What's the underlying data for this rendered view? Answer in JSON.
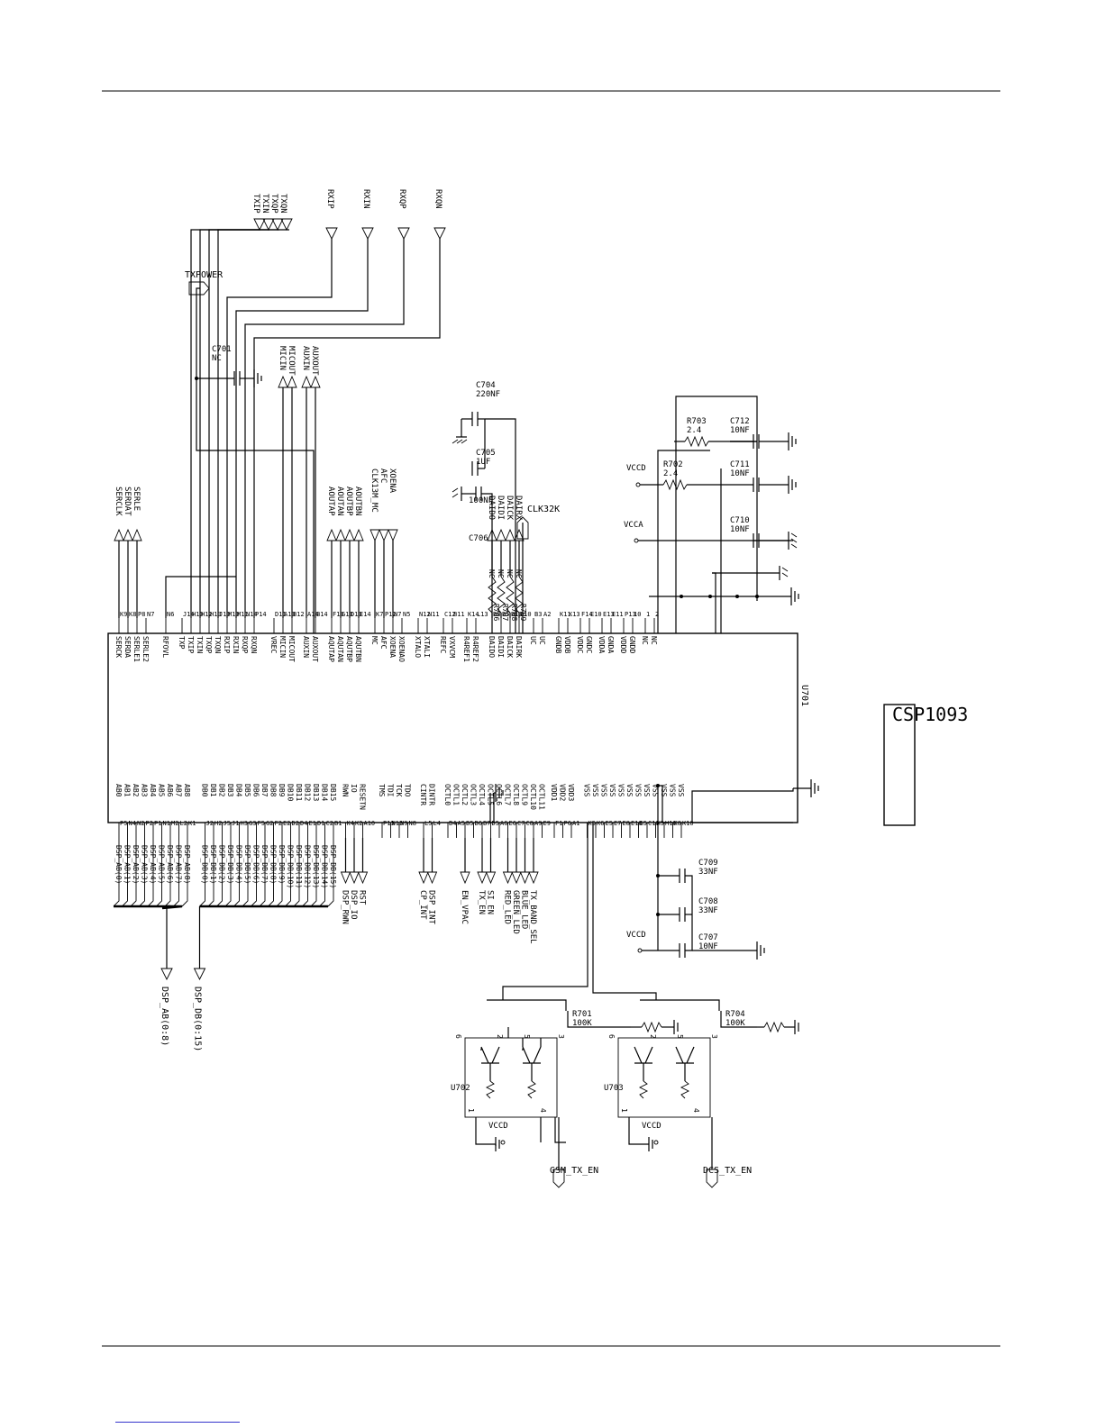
{
  "main_chip": {
    "ref": "U701",
    "left_pins": [
      {
        "num": "K9",
        "name": "SERCK"
      },
      {
        "num": "K8",
        "name": "SERDA"
      },
      {
        "num": "P8",
        "name": "SERLE1"
      },
      {
        "num": "N7",
        "name": "SERLE2"
      },
      {
        "num": "N6",
        "name": "RFOVL"
      },
      {
        "num": "J14",
        "name": "TXP"
      },
      {
        "num": "H10",
        "name": "TXIP"
      },
      {
        "num": "H12",
        "name": "TXIN"
      },
      {
        "num": "H13",
        "name": "TXQP"
      },
      {
        "num": "J13",
        "name": "TXQN"
      },
      {
        "num": "M13",
        "name": "RXIP"
      },
      {
        "num": "M11",
        "name": "RXIN"
      },
      {
        "num": "N14",
        "name": "RXQP"
      },
      {
        "num": "P14",
        "name": "RXQN"
      },
      {
        "num": "D11",
        "name": "VREC"
      },
      {
        "num": "A13",
        "name": "MICIN"
      },
      {
        "num": "B12",
        "name": "MICOUT"
      },
      {
        "num": "A14",
        "name": "AUXIN"
      },
      {
        "num": "B14",
        "name": "AUXOUT"
      },
      {
        "num": "F13",
        "name": "AQUTAP"
      },
      {
        "num": "G13",
        "name": "AQUTAN"
      },
      {
        "num": "D13",
        "name": "AQUTBP"
      },
      {
        "num": "E14",
        "name": "AQUTBN"
      },
      {
        "num": "K7",
        "name": "MC"
      },
      {
        "num": "P12",
        "name": "AFC"
      },
      {
        "num": "N7",
        "name": "XOENA"
      },
      {
        "num": "N5",
        "name": "XOENAO"
      },
      {
        "num": "N12",
        "name": "XTALO"
      },
      {
        "num": "N11",
        "name": "XTALI"
      },
      {
        "num": "C12",
        "name": "REFC"
      },
      {
        "num": "B11",
        "name": "VXVCM"
      },
      {
        "num": "K14",
        "name": "R4REF1"
      },
      {
        "num": "L13",
        "name": "R4REF2"
      },
      {
        "num": "B8",
        "name": "DAIDO"
      },
      {
        "num": "B5",
        "name": "DAIDI"
      },
      {
        "num": "B10",
        "name": "DAICK"
      },
      {
        "num": "D10",
        "name": "DAIRK"
      },
      {
        "num": "B3",
        "name": "UC"
      },
      {
        "num": "A2",
        "name": "UC"
      },
      {
        "num": "K11",
        "name": "GNDB"
      },
      {
        "num": "K13",
        "name": "VDDB"
      },
      {
        "num": "F14",
        "name": "VDDC"
      },
      {
        "num": "E10",
        "name": "GNDC"
      },
      {
        "num": "E13",
        "name": "VDDA"
      },
      {
        "num": "E11",
        "name": "GNDA"
      },
      {
        "num": "P13",
        "name": "VDDD"
      },
      {
        "num": "10",
        "name": "GNDD"
      },
      {
        "num": "1",
        "name": "NC"
      },
      {
        "num": "2",
        "name": "NC"
      }
    ],
    "right_pins": [
      {
        "num": "P5",
        "name": "AB0"
      },
      {
        "num": "N4",
        "name": "AB1"
      },
      {
        "num": "N2",
        "name": "AB2"
      },
      {
        "num": "P2",
        "name": "AB3"
      },
      {
        "num": "P1",
        "name": "AB4"
      },
      {
        "num": "N1",
        "name": "AB5"
      },
      {
        "num": "M2",
        "name": "AB6"
      },
      {
        "num": "L2",
        "name": "AB7"
      },
      {
        "num": "K1",
        "name": "AB8"
      },
      {
        "num": "J2",
        "name": "DB0"
      },
      {
        "num": "H2",
        "name": "DB1"
      },
      {
        "num": "J5",
        "name": "DB2"
      },
      {
        "num": "J1",
        "name": "DB3"
      },
      {
        "num": "H3",
        "name": "DB4"
      },
      {
        "num": "G3",
        "name": "DB5"
      },
      {
        "num": "F5",
        "name": "DB6"
      },
      {
        "num": "G2",
        "name": "DB7"
      },
      {
        "num": "F2",
        "name": "DB8"
      },
      {
        "num": "E2",
        "name": "DB9"
      },
      {
        "num": "D2",
        "name": "DB10"
      },
      {
        "num": "D4",
        "name": "DB11"
      },
      {
        "num": "E1",
        "name": "DB12"
      },
      {
        "num": "D1",
        "name": "DB13"
      },
      {
        "num": "C2",
        "name": "DB14"
      },
      {
        "num": "B1",
        "name": "DB15"
      },
      {
        "num": "K4",
        "name": "RWN"
      },
      {
        "num": "K2",
        "name": "IO"
      },
      {
        "num": "A10",
        "name": "RESETN"
      },
      {
        "num": "P13",
        "name": "TMS"
      },
      {
        "num": "N13",
        "name": "TDI"
      },
      {
        "num": "N9",
        "name": "TCK"
      },
      {
        "num": "N8",
        "name": "TDO"
      },
      {
        "num": "L5",
        "name": "CINTR"
      },
      {
        "num": "L4",
        "name": "DINTR"
      },
      {
        "num": "B4",
        "name": "OCTL0"
      },
      {
        "num": "A5",
        "name": "OCTL1"
      },
      {
        "num": "B5",
        "name": "OCTL2"
      },
      {
        "num": "B6",
        "name": "OCTL3"
      },
      {
        "num": "B7",
        "name": "OCTL4"
      },
      {
        "num": "D5",
        "name": "OCTL5"
      },
      {
        "num": "A6",
        "name": "OCTL6"
      },
      {
        "num": "E6",
        "name": "OCTL7"
      },
      {
        "num": "C7",
        "name": "OCTL8"
      },
      {
        "num": "C8",
        "name": "OCTL9"
      },
      {
        "num": "A9",
        "name": "OCTL10"
      },
      {
        "num": "E9",
        "name": "OCTL11"
      },
      {
        "num": "F1",
        "name": "VDD1"
      },
      {
        "num": "P6",
        "name": "VDD2"
      },
      {
        "num": "A1",
        "name": "VDD3"
      },
      {
        "num": "K5",
        "name": "VSS"
      },
      {
        "num": "K6",
        "name": "VSS"
      },
      {
        "num": "E5",
        "name": "VSS"
      },
      {
        "num": "E7",
        "name": "VSS"
      },
      {
        "num": "E8",
        "name": "VSS"
      },
      {
        "num": "E10",
        "name": "VSS"
      },
      {
        "num": "G5",
        "name": "VSS"
      },
      {
        "num": "C10",
        "name": "VSS"
      },
      {
        "num": "H5",
        "name": "VSS"
      },
      {
        "num": "H10",
        "name": "VSS"
      },
      {
        "num": "K8",
        "name": "VSS"
      },
      {
        "num": "K10",
        "name": "VSS"
      }
    ]
  },
  "top_nets": {
    "txpower": "TXPOWER",
    "tx_group": [
      "TXIP",
      "TXIN",
      "TXQP",
      "TXQN"
    ],
    "rx_group": [
      "RXIP",
      "RXIN",
      "RXQP",
      "RXQN"
    ],
    "serial_group": [
      "SERCLK",
      "SERDAT",
      "SERLE"
    ],
    "audio_mic": [
      "MICIN",
      "MICOUT"
    ],
    "audio_aux": [
      "AUXIN",
      "AUXOUT"
    ],
    "aout_group": [
      "AOUTAP",
      "AOUTAN",
      "AOUTBP",
      "AOUTBN"
    ],
    "clk_group": [
      "CLK13M_MC",
      "AFC",
      "XOENA"
    ],
    "clk32k": "CLK32K",
    "dai_group": [
      "DAIDO",
      "DAIDI",
      "DAICK",
      "DAIRX"
    ]
  },
  "bottom_nets": {
    "addr_bus": "DSP_AB(0:8)",
    "data_bus": "DSP_DB(0:15)",
    "addr_lines": [
      "DSP_AB(0)",
      "DSP_AB(1)",
      "DSP_AB(2)",
      "DSP_AB(3)",
      "DSP_AB(4)",
      "DSP_AB(5)",
      "DSP_AB(6)",
      "DSP_AB(7)",
      "DSP_AB(8)"
    ],
    "data_lines": [
      "DSP_DB(0)",
      "DSP_DB(1)",
      "DSP_DB(2)",
      "DSP_DB(3)",
      "DSP_DB(4)",
      "DSP_DB(5)",
      "DSP_DB(6)",
      "DSP_DB(7)",
      "DSP_DB(8)",
      "DSP_DB(9)",
      "DSP_DB(10)",
      "DSP_DB(11)",
      "DSP_DB(12)",
      "DSP_DB(13)",
      "DSP_DB(14)",
      "DSP_DB(15)"
    ],
    "ctrl_group": [
      "DSP_RWN",
      "DSP_IO",
      "RST"
    ],
    "int_group": [
      "CP_INT",
      "DSP_INT"
    ],
    "en_vpac": "EN_VPAC",
    "txsi": [
      "TX_EN",
      "SI_EN"
    ],
    "led_group": [
      "RED_LED",
      "GREEN_LED",
      "BLUE_LED",
      "TX_BAND_SEL"
    ],
    "gsm_tx_en": "GSM_TX_EN",
    "dcs_tx_en": "DCS_TX_EN",
    "vccd": "VCCD",
    "vcca": "VCCA"
  },
  "components": {
    "c701": {
      "ref": "C701",
      "value": "NC"
    },
    "c704": {
      "ref": "C704",
      "value": "220NF"
    },
    "c705": {
      "ref": "C705",
      "value": "1UF"
    },
    "c706": {
      "ref": "C706",
      "value": "100NF"
    },
    "c707": {
      "ref": "C707",
      "value": "10NF"
    },
    "c708": {
      "ref": "C708",
      "value": "33NF"
    },
    "c709": {
      "ref": "C709",
      "value": "33NF"
    },
    "c710": {
      "ref": "C710",
      "value": "10NF"
    },
    "c711": {
      "ref": "C711",
      "value": "10NF"
    },
    "c712": {
      "ref": "C712",
      "value": "10NF"
    },
    "r701": {
      "ref": "R701",
      "value": "100K"
    },
    "r702": {
      "ref": "R702",
      "value": "2.4"
    },
    "r703": {
      "ref": "R703",
      "value": "2.4"
    },
    "r704": {
      "ref": "R704",
      "value": "100K"
    },
    "r706": {
      "ref": "R706",
      "value": "NC"
    },
    "r707": {
      "ref": "R707",
      "value": "NC"
    },
    "r708": {
      "ref": "R708",
      "value": "NC"
    },
    "r709": {
      "ref": "R709",
      "value": "NC"
    },
    "u702": {
      "ref": "U702"
    },
    "u703": {
      "ref": "U703"
    }
  },
  "transistor_pins": [
    "6",
    "2",
    "5",
    "3",
    "1",
    "4"
  ],
  "part_label": "CSP1093"
}
